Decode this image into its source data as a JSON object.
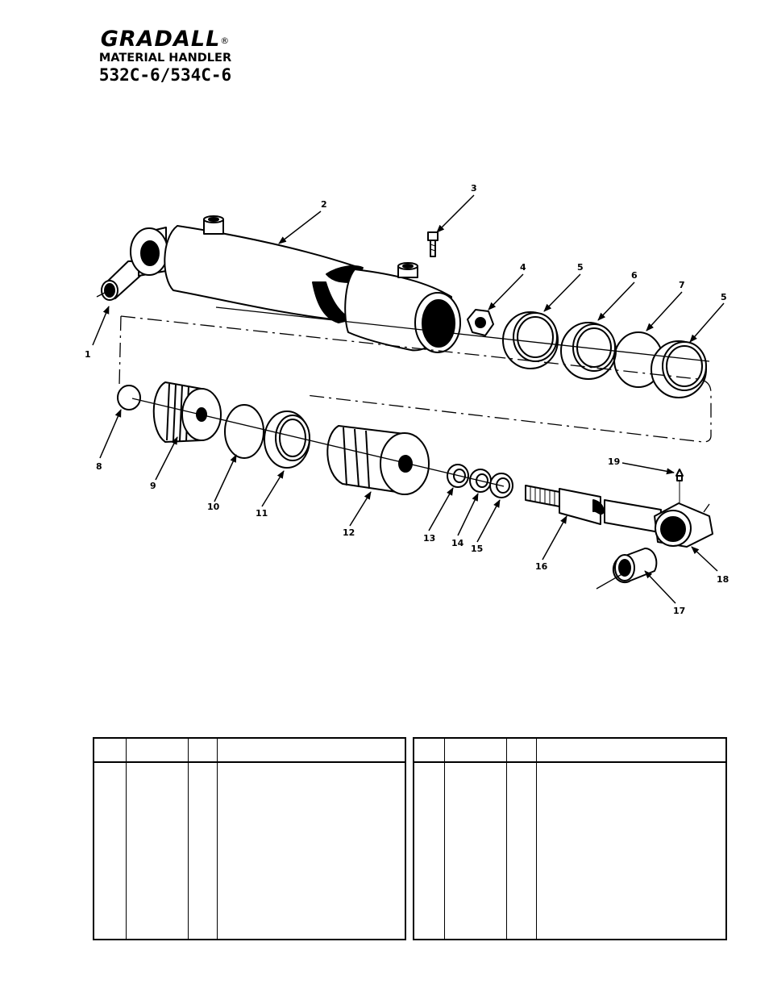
{
  "header": {
    "brand": "GRADALL",
    "registered_mark": "®",
    "subtitle": "MATERIAL HANDLER",
    "model": "532C-6/534C-6"
  },
  "callouts": [
    {
      "label": "1"
    },
    {
      "label": "2"
    },
    {
      "label": "3"
    },
    {
      "label": "4"
    },
    {
      "label": "5"
    },
    {
      "label": "6"
    },
    {
      "label": "7"
    },
    {
      "label": "5"
    },
    {
      "label": "8"
    },
    {
      "label": "9"
    },
    {
      "label": "10"
    },
    {
      "label": "11"
    },
    {
      "label": "12"
    },
    {
      "label": "13"
    },
    {
      "label": "14"
    },
    {
      "label": "15"
    },
    {
      "label": "16"
    },
    {
      "label": "17"
    },
    {
      "label": "18"
    },
    {
      "label": "19"
    }
  ],
  "parts_tables": [
    {
      "headers": [
        "",
        "",
        "",
        ""
      ],
      "cells": [
        "",
        "",
        "",
        ""
      ]
    },
    {
      "headers": [
        "",
        "",
        "",
        ""
      ],
      "cells": [
        "",
        "",
        "",
        ""
      ]
    }
  ],
  "colors": {
    "ink": "#000000",
    "paper": "#ffffff"
  }
}
